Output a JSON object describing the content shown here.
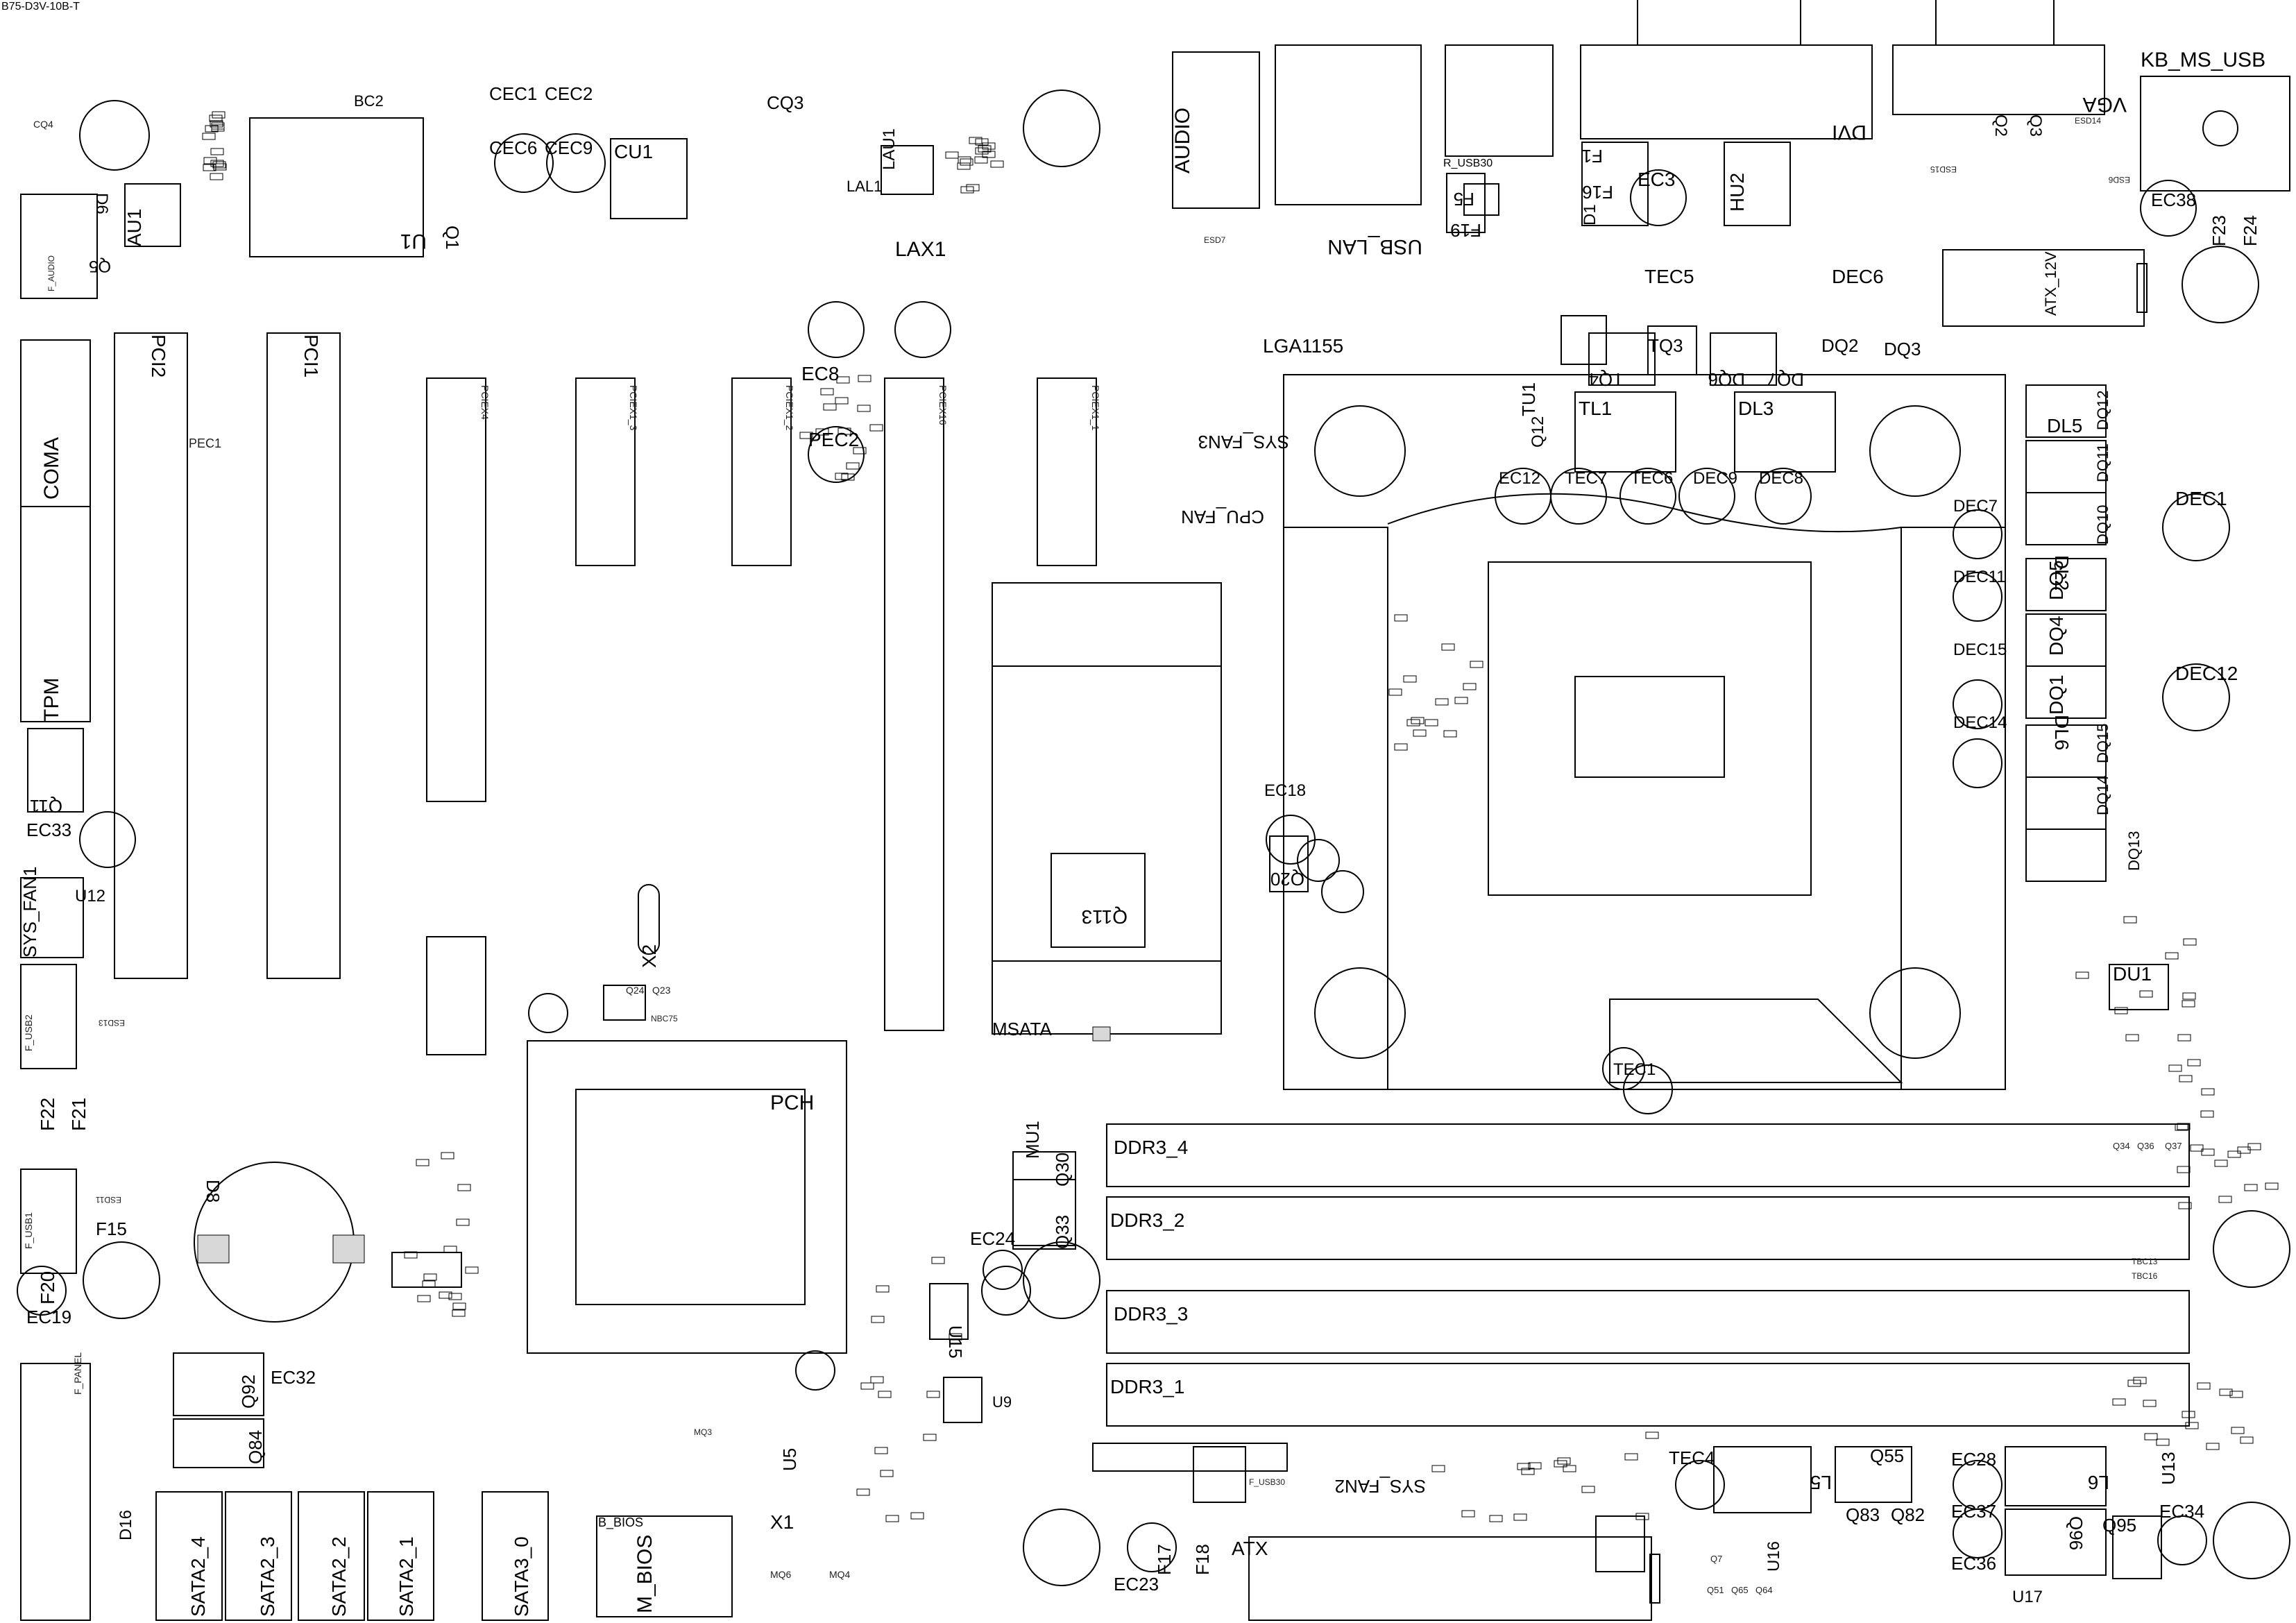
{
  "document": {
    "title": "B75-D3V-10B-T"
  },
  "labels": [
    {
      "id": "board-title",
      "text": "B75-D3V-10B-T"
    },
    {
      "id": "KB_MS_USB",
      "text": "KB_MS_USB"
    },
    {
      "id": "VGA",
      "text": "VGA"
    },
    {
      "id": "DVI",
      "text": "DVI"
    },
    {
      "id": "USB_LAN",
      "text": "USB_LAN"
    },
    {
      "id": "AUDIO",
      "text": "AUDIO"
    },
    {
      "id": "R_USB30",
      "text": "R_USB30"
    },
    {
      "id": "LGA1155",
      "text": "LGA1155"
    },
    {
      "id": "PCH",
      "text": "PCH"
    },
    {
      "id": "MSATA",
      "text": "MSATA"
    },
    {
      "id": "PCI1",
      "text": "PCI1"
    },
    {
      "id": "PCI2",
      "text": "PCI2"
    },
    {
      "id": "COMA",
      "text": "COMA"
    },
    {
      "id": "TPM",
      "text": "TPM"
    },
    {
      "id": "SYS_FAN1",
      "text": "SYS_FAN1"
    },
    {
      "id": "SYS_FAN2",
      "text": "SYS_FAN2"
    },
    {
      "id": "SYS_FAN3",
      "text": "SYS_FAN3"
    },
    {
      "id": "CPU_FAN",
      "text": "CPU_FAN"
    },
    {
      "id": "ATX",
      "text": "ATX"
    },
    {
      "id": "ATX_12V",
      "text": "ATX_12V"
    },
    {
      "id": "DDR3_4",
      "text": "DDR3_4"
    },
    {
      "id": "DDR3_2",
      "text": "DDR3_2"
    },
    {
      "id": "DDR3_3",
      "text": "DDR3_3"
    },
    {
      "id": "DDR3_1",
      "text": "DDR3_1"
    },
    {
      "id": "SATA2_4",
      "text": "SATA2_4"
    },
    {
      "id": "SATA2_3",
      "text": "SATA2_3"
    },
    {
      "id": "SATA2_2",
      "text": "SATA2_2"
    },
    {
      "id": "SATA2_1",
      "text": "SATA2_1"
    },
    {
      "id": "SATA3_0",
      "text": "SATA3_0"
    },
    {
      "id": "M_BIOS",
      "text": "M_BIOS"
    },
    {
      "id": "B_BIOS",
      "text": "B_BIOS"
    },
    {
      "id": "F_PANEL",
      "text": "F_PANEL"
    },
    {
      "id": "F_USB1",
      "text": "F_USB1"
    },
    {
      "id": "F_USB2",
      "text": "F_USB2"
    },
    {
      "id": "F_USB30",
      "text": "F_USB30"
    },
    {
      "id": "F_AUDIO",
      "text": "F_AUDIO"
    },
    {
      "id": "U1",
      "text": "U1"
    },
    {
      "id": "BC2",
      "text": "BC2"
    },
    {
      "id": "Q1",
      "text": "Q1"
    },
    {
      "id": "CEC1",
      "text": "CEC1"
    },
    {
      "id": "CEC2",
      "text": "CEC2"
    },
    {
      "id": "CEC6",
      "text": "CEC6"
    },
    {
      "id": "CEC9",
      "text": "CEC9"
    },
    {
      "id": "CU1",
      "text": "CU1"
    },
    {
      "id": "CQ3",
      "text": "CQ3"
    },
    {
      "id": "LAU1",
      "text": "LAU1"
    },
    {
      "id": "LAL1",
      "text": "LAL1"
    },
    {
      "id": "LAX1",
      "text": "LAX1"
    },
    {
      "id": "AU1",
      "text": "AU1"
    },
    {
      "id": "D6",
      "text": "D6"
    },
    {
      "id": "Q5",
      "text": "Q5"
    },
    {
      "id": "CQ4",
      "text": "CQ4"
    },
    {
      "id": "F1",
      "text": "F1"
    },
    {
      "id": "F16",
      "text": "F16"
    },
    {
      "id": "EC3",
      "text": "EC3"
    },
    {
      "id": "HU2",
      "text": "HU2"
    },
    {
      "id": "D1",
      "text": "D1"
    },
    {
      "id": "F5",
      "text": "F5"
    },
    {
      "id": "F19",
      "text": "F19"
    },
    {
      "id": "Q2",
      "text": "Q2"
    },
    {
      "id": "Q3",
      "text": "Q3"
    },
    {
      "id": "EC38",
      "text": "EC38"
    },
    {
      "id": "F23",
      "text": "F23"
    },
    {
      "id": "F24",
      "text": "F24"
    },
    {
      "id": "TEC5",
      "text": "TEC5"
    },
    {
      "id": "DEC6",
      "text": "DEC6"
    },
    {
      "id": "TQ4",
      "text": "TQ4"
    },
    {
      "id": "TQ3",
      "text": "TQ3"
    },
    {
      "id": "DQ6",
      "text": "DQ6"
    },
    {
      "id": "DQ7",
      "text": "DQ7"
    },
    {
      "id": "DQ2",
      "text": "DQ2"
    },
    {
      "id": "DQ3",
      "text": "DQ3"
    },
    {
      "id": "TU1",
      "text": "TU1"
    },
    {
      "id": "TL1",
      "text": "TL1"
    },
    {
      "id": "DL3",
      "text": "DL3"
    },
    {
      "id": "Q12",
      "text": "Q12"
    },
    {
      "id": "EC12",
      "text": "EC12"
    },
    {
      "id": "TEC7",
      "text": "TEC7"
    },
    {
      "id": "TEC6",
      "text": "TEC6"
    },
    {
      "id": "DEC9",
      "text": "DEC9"
    },
    {
      "id": "DEC8",
      "text": "DEC8"
    },
    {
      "id": "DL5",
      "text": "DL5"
    },
    {
      "id": "DQ12",
      "text": "DQ12"
    },
    {
      "id": "DQ11",
      "text": "DQ11"
    },
    {
      "id": "DQ10",
      "text": "DQ10"
    },
    {
      "id": "DEC1",
      "text": "DEC1"
    },
    {
      "id": "DEC7",
      "text": "DEC7"
    },
    {
      "id": "DEC11",
      "text": "DEC11"
    },
    {
      "id": "DL2",
      "text": "DL2"
    },
    {
      "id": "DQ5",
      "text": "DQ5"
    },
    {
      "id": "DQ4",
      "text": "DQ4"
    },
    {
      "id": "DEC15",
      "text": "DEC15"
    },
    {
      "id": "DQ1",
      "text": "DQ1"
    },
    {
      "id": "DEC12",
      "text": "DEC12"
    },
    {
      "id": "DEC14",
      "text": "DEC14"
    },
    {
      "id": "DL6",
      "text": "DL6"
    },
    {
      "id": "DQ15",
      "text": "DQ15"
    },
    {
      "id": "DQ14",
      "text": "DQ14"
    },
    {
      "id": "DQ13",
      "text": "DQ13"
    },
    {
      "id": "DU1",
      "text": "DU1"
    },
    {
      "id": "EC8",
      "text": "EC8"
    },
    {
      "id": "PEC2",
      "text": "PEC2"
    },
    {
      "id": "PEC1",
      "text": "PEC1"
    },
    {
      "id": "EC18",
      "text": "EC18"
    },
    {
      "id": "Q20",
      "text": "Q20"
    },
    {
      "id": "Q113",
      "text": "Q113"
    },
    {
      "id": "TEC1",
      "text": "TEC1"
    },
    {
      "id": "X2",
      "text": "X2"
    },
    {
      "id": "Q11",
      "text": "Q11"
    },
    {
      "id": "EC33",
      "text": "EC33"
    },
    {
      "id": "U12",
      "text": "U12"
    },
    {
      "id": "F22",
      "text": "F22"
    },
    {
      "id": "F21",
      "text": "F21"
    },
    {
      "id": "D8",
      "text": "D8"
    },
    {
      "id": "F15",
      "text": "F15"
    },
    {
      "id": "F20",
      "text": "F20"
    },
    {
      "id": "EC19",
      "text": "EC19"
    },
    {
      "id": "Q92",
      "text": "Q92"
    },
    {
      "id": "EC32",
      "text": "EC32"
    },
    {
      "id": "Q84",
      "text": "Q84"
    },
    {
      "id": "D16",
      "text": "D16"
    },
    {
      "id": "MU1",
      "text": "MU1"
    },
    {
      "id": "Q30",
      "text": "Q30"
    },
    {
      "id": "Q33",
      "text": "Q33"
    },
    {
      "id": "EC24",
      "text": "EC24"
    },
    {
      "id": "U15",
      "text": "U15"
    },
    {
      "id": "U9",
      "text": "U9"
    },
    {
      "id": "U5",
      "text": "U5"
    },
    {
      "id": "X1",
      "text": "X1"
    },
    {
      "id": "F17",
      "text": "F17"
    },
    {
      "id": "F18",
      "text": "F18"
    },
    {
      "id": "EC23",
      "text": "EC23"
    },
    {
      "id": "TEC4",
      "text": "TEC4"
    },
    {
      "id": "L5",
      "text": "L5"
    },
    {
      "id": "Q55",
      "text": "Q55"
    },
    {
      "id": "Q83",
      "text": "Q83"
    },
    {
      "id": "Q82",
      "text": "Q82"
    },
    {
      "id": "EC28",
      "text": "EC28"
    },
    {
      "id": "EC37",
      "text": "EC37"
    },
    {
      "id": "EC36",
      "text": "EC36"
    },
    {
      "id": "L6",
      "text": "L6"
    },
    {
      "id": "U13",
      "text": "U13"
    },
    {
      "id": "EC34",
      "text": "EC34"
    },
    {
      "id": "Q95",
      "text": "Q95"
    },
    {
      "id": "Q96",
      "text": "Q96"
    },
    {
      "id": "U17",
      "text": "U17"
    },
    {
      "id": "U16",
      "text": "U16"
    },
    {
      "id": "PCIEX4",
      "text": "PCIEX4"
    },
    {
      "id": "PCIEX1_3",
      "text": "PCIEX1_3"
    },
    {
      "id": "PCIEX1_2",
      "text": "PCIEX1_2"
    },
    {
      "id": "PCIEX16",
      "text": "PCIEX16"
    },
    {
      "id": "PCIEX1_1",
      "text": "PCIEX1_1"
    },
    {
      "id": "ESD7",
      "text": "ESD7"
    },
    {
      "id": "ESD13",
      "text": "ESD13"
    },
    {
      "id": "ESD11",
      "text": "ESD11"
    },
    {
      "id": "ESD14",
      "text": "ESD14"
    },
    {
      "id": "ESD15",
      "text": "ESD15"
    },
    {
      "id": "ESD6",
      "text": "ESD6"
    },
    {
      "id": "TBC13",
      "text": "TBC13"
    },
    {
      "id": "TBC16",
      "text": "TBC16"
    },
    {
      "id": "MQ3",
      "text": "MQ3"
    },
    {
      "id": "MQ4",
      "text": "MQ4"
    },
    {
      "id": "MQ6",
      "text": "MQ6"
    },
    {
      "id": "Q24",
      "text": "Q24"
    },
    {
      "id": "Q23",
      "text": "Q23"
    },
    {
      "id": "NBC75",
      "text": "NBC75"
    },
    {
      "id": "Q34",
      "text": "Q34"
    },
    {
      "id": "Q36",
      "text": "Q36"
    },
    {
      "id": "Q37",
      "text": "Q37"
    },
    {
      "id": "Q51",
      "text": "Q51"
    },
    {
      "id": "Q65",
      "text": "Q65"
    },
    {
      "id": "Q64",
      "text": "Q64"
    },
    {
      "id": "Q7",
      "text": "Q7"
    }
  ]
}
